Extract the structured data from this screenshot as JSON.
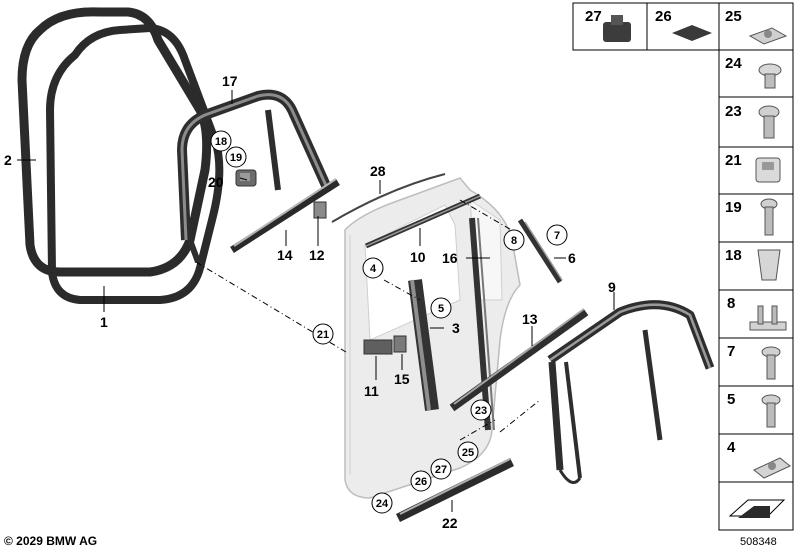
{
  "diagram": {
    "labels": {
      "p1": "1",
      "p2": "2",
      "p3": "3",
      "p4": "4",
      "p5": "5",
      "p6": "6",
      "p7": "7",
      "p8": "8",
      "p9": "9",
      "p10": "10",
      "p11": "11",
      "p12": "12",
      "p13": "13",
      "p14": "14",
      "p15": "15",
      "p16": "16",
      "p17": "17",
      "p18": "18",
      "p19": "19",
      "p20": "20",
      "p21": "21",
      "p22": "22",
      "p23": "23",
      "p24": "24",
      "p25": "25",
      "p26": "26",
      "p27": "27",
      "p28": "28"
    },
    "parts_panel": {
      "top_row": [
        "27",
        "26",
        "25"
      ],
      "column": [
        "24",
        "23",
        "21",
        "19",
        "18",
        "8",
        "7",
        "5",
        "4"
      ]
    },
    "copyright": "© 2029 BMW AG",
    "diagram_number": "508348"
  }
}
